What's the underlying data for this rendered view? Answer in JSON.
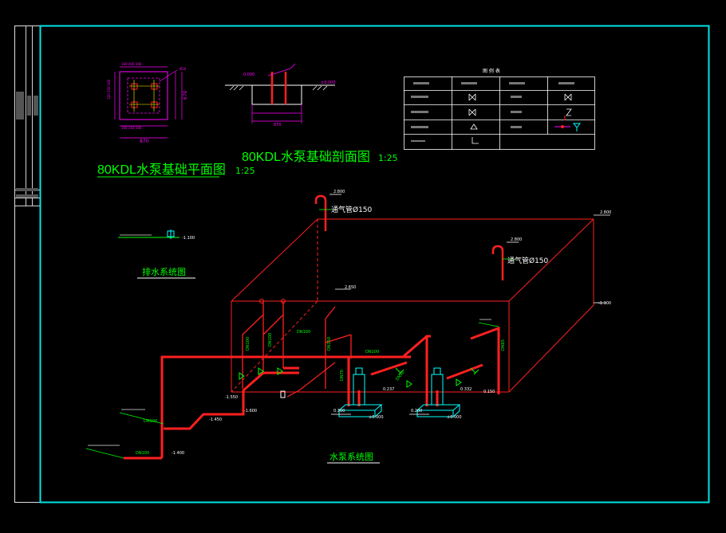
{
  "colors": {
    "background": "#000000",
    "frame": "#00e5e5",
    "pipe": "#ff2020",
    "label": "#00ff00",
    "dim": "#ff00ff",
    "white": "#ffffff",
    "pump": "#00ffff",
    "note": "#ffff00"
  },
  "titles": {
    "plan": "80KDL水泵基础平面图",
    "plan_scale": "1:25",
    "section": "80KDL水泵基础剖面图",
    "section_scale": "1:25",
    "drain": "排水系统图",
    "pump": "水泵系统图"
  },
  "plan_dims": {
    "width": "870",
    "height": "670"
  },
  "section_dims": {
    "level_top": "0.000",
    "level_right": "±0.000",
    "width": "870"
  },
  "legend": {
    "title": "图 例 表"
  },
  "pump_labels": {
    "vent1": "通气管Ø150",
    "vent2": "通气管Ø150",
    "dn150": "DN150",
    "dn100_a": "DN100",
    "dn100_b": "DN100",
    "dn100_c": "DN100",
    "dn100_d": "DN100",
    "dn100_e": "DN100",
    "dn100_f": "DN100",
    "dn70": "DN70",
    "dn50": "DN50",
    "dn65": "DN65"
  },
  "levels": {
    "e2800_a": "2.800",
    "e2800_b": "2.800",
    "e2800_c": "2.800",
    "e2650": "2.650",
    "e1_100": "-1.100",
    "e1_550": "-1.550",
    "e1_600": "-1.600",
    "e1_450": "-1.450",
    "e1_400": "-1.400",
    "e0_300": "0.300",
    "e0_200": "0.200",
    "e0_237": "0.237",
    "e0_332": "0.332",
    "e0_150": "0.150",
    "pump_a": "±0.000",
    "pump_b": "±0.000"
  }
}
